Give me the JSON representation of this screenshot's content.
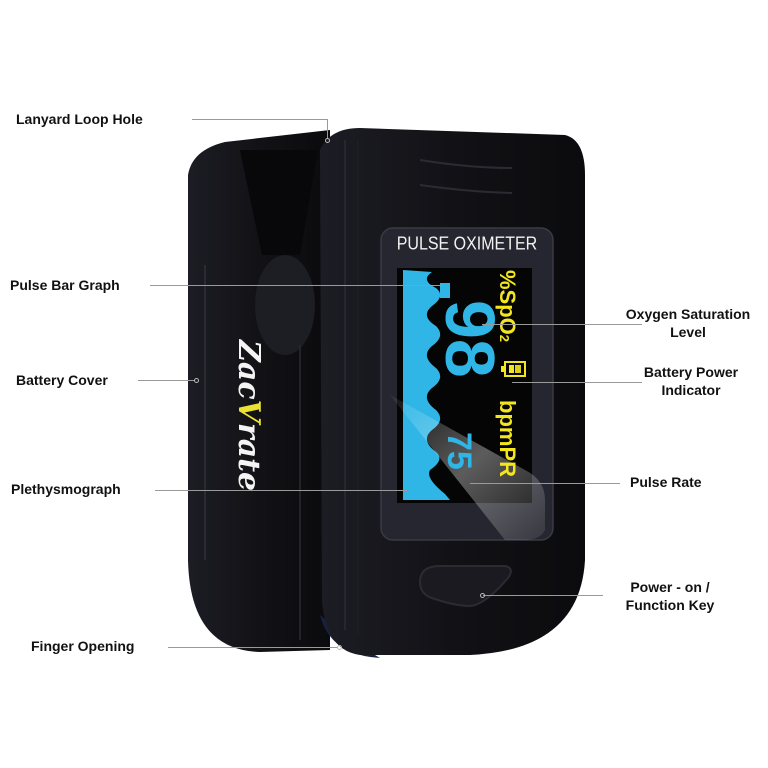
{
  "device": {
    "screen_title": "PULSE OXIMETER",
    "spo2_value": "98",
    "spo2_unit": "%SpO",
    "spo2_subscript": "2",
    "pulse_rate_value": "75",
    "pulse_rate_unit": "bpmPR",
    "brand_prefix": "Zac",
    "brand_accent": "V",
    "brand_suffix": "rate",
    "colors": {
      "display_cyan": "#2fb6e6",
      "display_yellow": "#f3e61c",
      "body": "#141418",
      "background": "#ffffff"
    }
  },
  "callouts": {
    "lanyard_loop_hole": "Lanyard Loop Hole",
    "pulse_bar_graph": "Pulse Bar Graph",
    "battery_cover": "Battery Cover",
    "plethysmograph": "Plethysmograph",
    "finger_opening": "Finger Opening",
    "oxygen_saturation_line1": "Oxygen Saturation",
    "oxygen_saturation_line2": "Level",
    "battery_power_line1": "Battery Power",
    "battery_power_line2": "Indicator",
    "pulse_rate": "Pulse Rate",
    "power_key_line1": "Power - on /",
    "power_key_line2": "Function Key"
  }
}
